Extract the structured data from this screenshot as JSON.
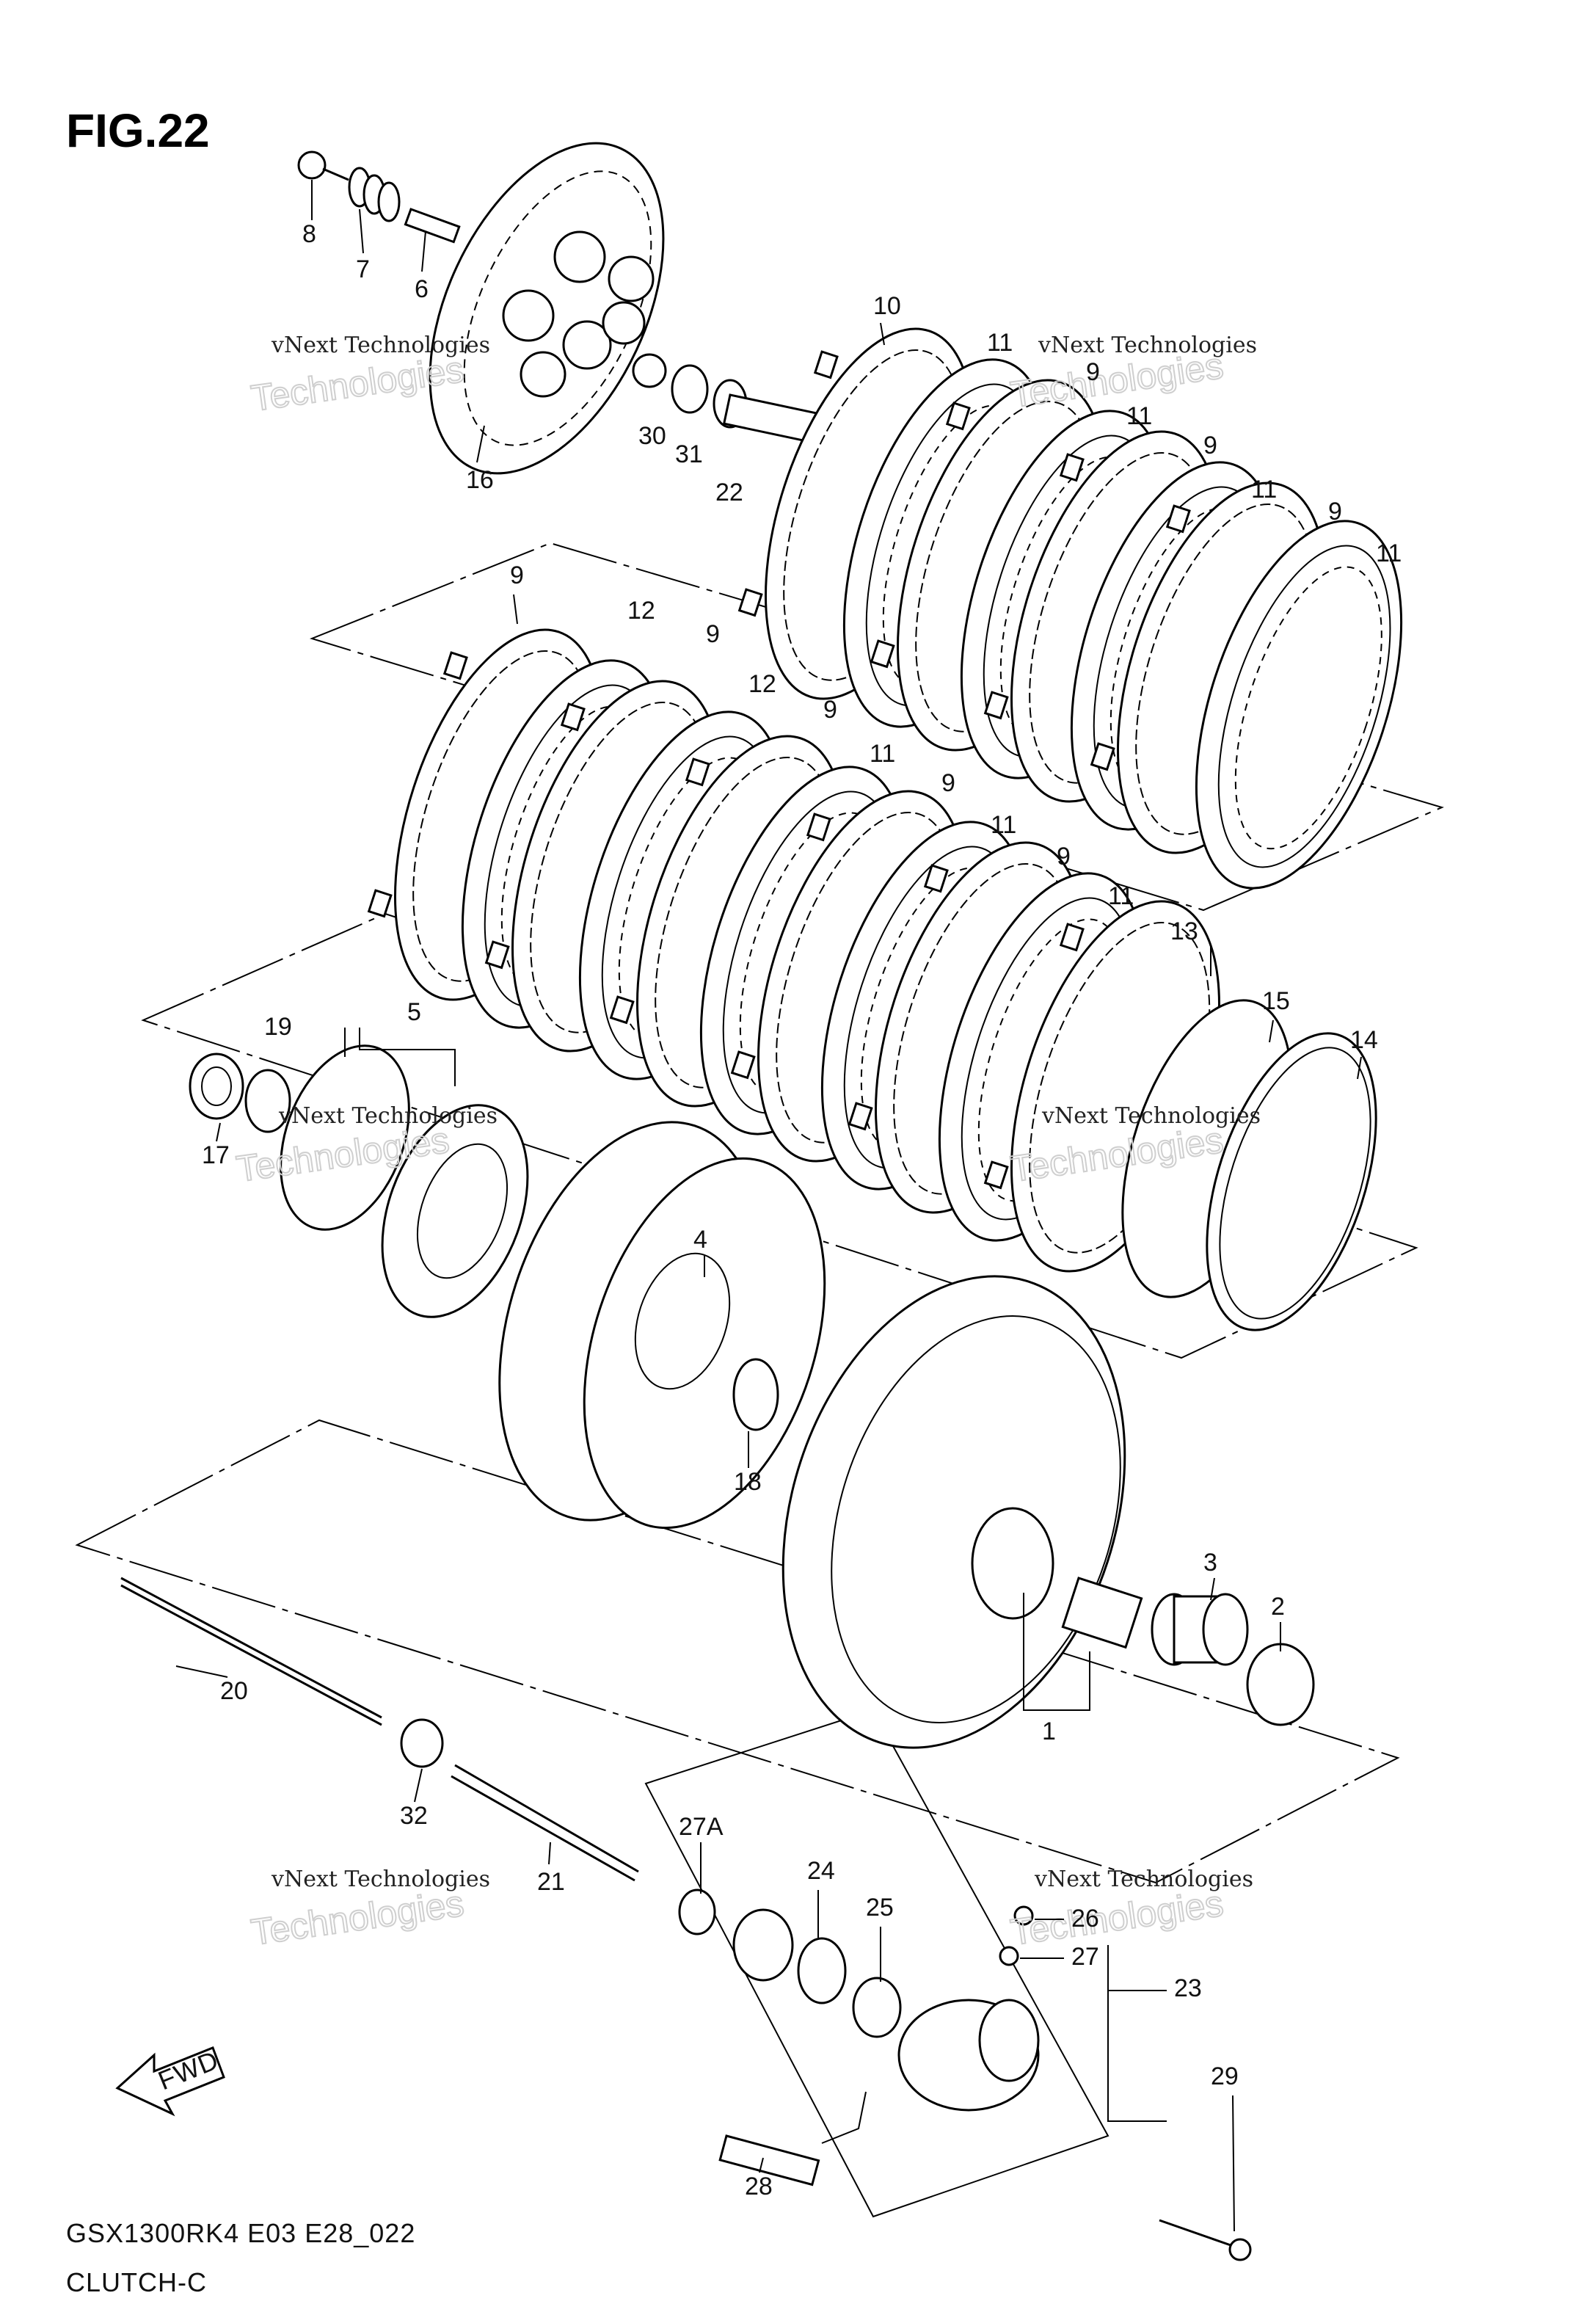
{
  "figure": {
    "title": "FIG.22"
  },
  "footer": {
    "model_code": "GSX1300RK4 E03 E28_022",
    "section": "CLUTCH-C"
  },
  "watermark": {
    "line1": "vNext Technologies",
    "line2": "Technologies"
  },
  "fwd_arrow": {
    "label": "FWD"
  },
  "labels": [
    {
      "id": "l8",
      "text": "8"
    },
    {
      "id": "l7",
      "text": "7"
    },
    {
      "id": "l6",
      "text": "6"
    },
    {
      "id": "l16",
      "text": "16"
    },
    {
      "id": "l30",
      "text": "30"
    },
    {
      "id": "l31",
      "text": "31"
    },
    {
      "id": "l22",
      "text": "22"
    },
    {
      "id": "l10",
      "text": "10"
    },
    {
      "id": "l11a",
      "text": "11"
    },
    {
      "id": "l9a",
      "text": "9"
    },
    {
      "id": "l11b",
      "text": "11"
    },
    {
      "id": "l9b",
      "text": "9"
    },
    {
      "id": "l11c",
      "text": "11"
    },
    {
      "id": "l9c",
      "text": "9"
    },
    {
      "id": "l11d",
      "text": "11"
    },
    {
      "id": "l9d",
      "text": "9"
    },
    {
      "id": "l12a",
      "text": "12"
    },
    {
      "id": "l9e",
      "text": "9"
    },
    {
      "id": "l12b",
      "text": "12"
    },
    {
      "id": "l9f",
      "text": "9"
    },
    {
      "id": "l11e",
      "text": "11"
    },
    {
      "id": "l9g",
      "text": "9"
    },
    {
      "id": "l11f",
      "text": "11"
    },
    {
      "id": "l9h",
      "text": "9"
    },
    {
      "id": "l11g",
      "text": "11"
    },
    {
      "id": "l13",
      "text": "13"
    },
    {
      "id": "l15",
      "text": "15"
    },
    {
      "id": "l14",
      "text": "14"
    },
    {
      "id": "l19",
      "text": "19"
    },
    {
      "id": "l5",
      "text": "5"
    },
    {
      "id": "l17",
      "text": "17"
    },
    {
      "id": "l4",
      "text": "4"
    },
    {
      "id": "l18",
      "text": "18"
    },
    {
      "id": "l3",
      "text": "3"
    },
    {
      "id": "l2",
      "text": "2"
    },
    {
      "id": "l1",
      "text": "1"
    },
    {
      "id": "l20",
      "text": "20"
    },
    {
      "id": "l32",
      "text": "32"
    },
    {
      "id": "l21",
      "text": "21"
    },
    {
      "id": "l27A",
      "text": "27A"
    },
    {
      "id": "l24",
      "text": "24"
    },
    {
      "id": "l25",
      "text": "25"
    },
    {
      "id": "l26",
      "text": "26"
    },
    {
      "id": "l27",
      "text": "27"
    },
    {
      "id": "l23",
      "text": "23"
    },
    {
      "id": "l29",
      "text": "29"
    },
    {
      "id": "l28",
      "text": "28"
    }
  ]
}
